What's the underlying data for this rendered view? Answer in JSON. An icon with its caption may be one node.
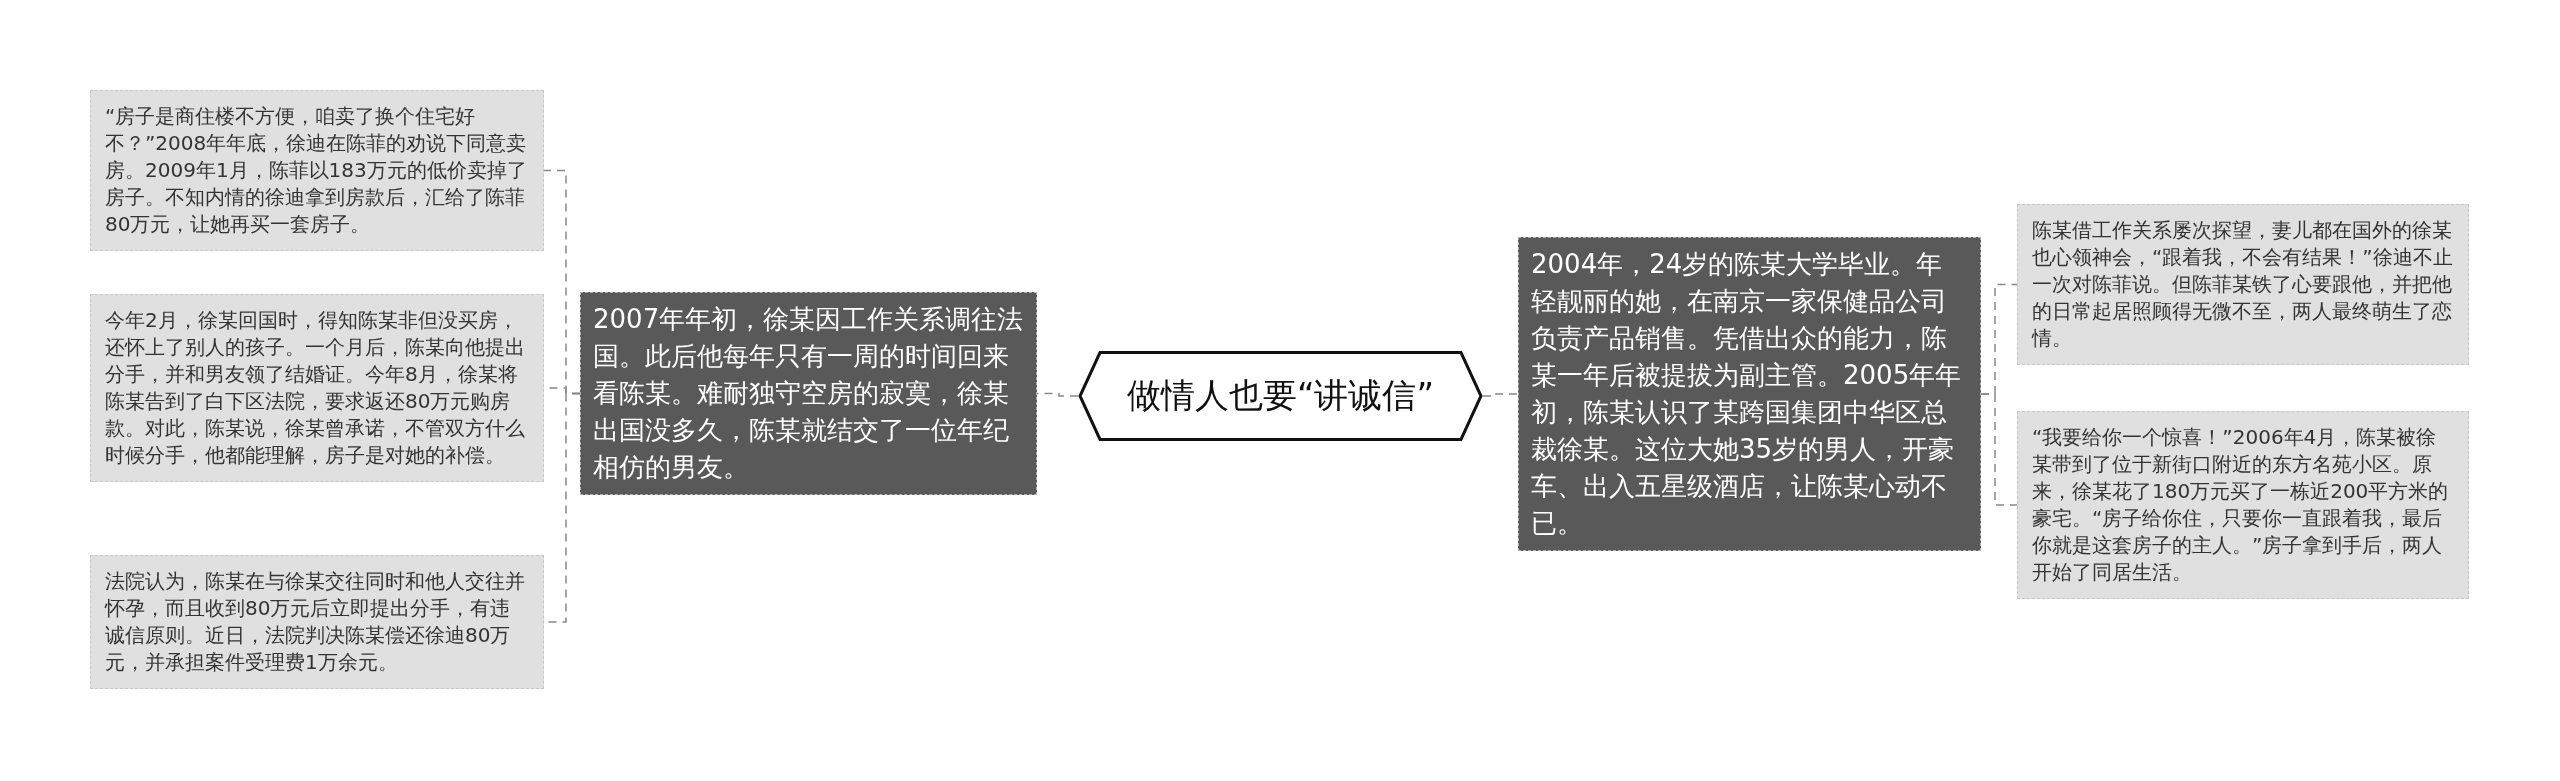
{
  "diagram": {
    "nodes": [
      {
        "text": [
          "做情人也要“讲诚信”"
        ]
      },
      {
        "text": [
          "2007年年初，徐某因工作关系调往法国。此后他每年只有一周的时间回来看陈某。难耐独守空房的寂寞，徐某出国没多久，陈某就结交了一位年纪相仿的男友。"
        ]
      },
      {
        "text": [
          "“房子是商住楼不方便，咱卖了换个住宅好不？”2008年年底，徐迪在陈菲的劝说下同意卖房。2009年1月，陈菲以183万元的低价卖掉了房子。不知内情的徐迪拿到房款后，汇给了陈菲80万元，让她再买一套房子。"
        ]
      },
      {
        "text": [
          "今年2月，徐某回国时，得知陈某非但没买房，还怀上了别人的孩子。一个月后，陈某向他提出分手，并和男友领了结婚证。今年8月，徐某将陈某告到了白下区法院，要求返还80万元购房款。对此，陈某说，徐某曾承诺，不管双方什么时候分手，他都能理解，房子是对她的补偿。"
        ]
      },
      {
        "text": [
          "法院认为，陈某在与徐某交往同时和他人交往并怀孕，而且收到80万元后立即提出分手，有违诚信原则。近日，法院判决陈某偿还徐迪80万元，并承担案件受理费1万余元。"
        ]
      },
      {
        "text": [
          "2004年，24岁的陈某大学毕业。年轻靓丽的她，在南京一家保健品公司负责产品销售。凭借出众的能力，陈某一年后被提拔为副主管。2005年年初，陈某认识了某跨国集团中华区总裁徐某。这位大她35岁的男人，开豪车、出入五星级酒店，让陈某心动不已。"
        ]
      },
      {
        "text": [
          "陈某借工作关系屡次探望，妻儿都在国外的徐某也心领神会，“跟着我，不会有结果！”徐迪不止一次对陈菲说。但陈菲某铁了心要跟他，并把他的日常起居照顾得无微不至，两人最终萌生了恋情。"
        ]
      },
      {
        "text": [
          "“我要给你一个惊喜！”2006年4月，陈某被徐某带到了位于新街口附近的东方名苑小区。原来，徐某花了180万元买了一栋近200平方米的豪宅。“房子给你住，只要你一直跟着我，最后你就是这套房子的主人。”房子拿到手后，两人开始了同居生活。"
        ]
      }
    ],
    "edges": [
      {
        "from": 0,
        "to": 1,
        "arrow": "none",
        "style": "dashed"
      },
      {
        "from": 1,
        "to": 2,
        "arrow": "none",
        "style": "dashed"
      },
      {
        "from": 1,
        "to": 3,
        "arrow": "none",
        "style": "dashed"
      },
      {
        "from": 1,
        "to": 4,
        "arrow": "none",
        "style": "dashed"
      },
      {
        "from": 0,
        "to": 5,
        "arrow": "none",
        "style": "dashed"
      },
      {
        "from": 5,
        "to": 6,
        "arrow": "none",
        "style": "dashed"
      },
      {
        "from": 5,
        "to": 7,
        "arrow": "none",
        "style": "dashed"
      }
    ]
  }
}
